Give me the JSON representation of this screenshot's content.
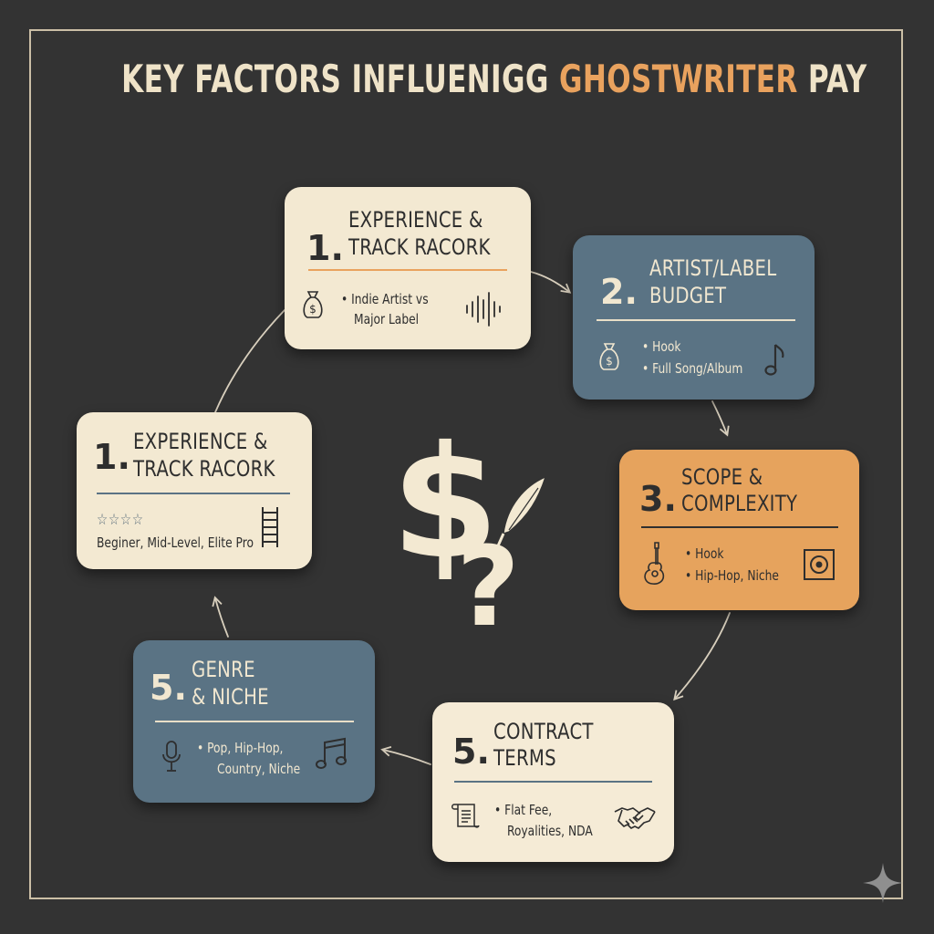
{
  "title": {
    "part1": "KEY FACTORS INFLUENIGG ",
    "part2": "GHOSTWRITER",
    "part3": " PAY"
  },
  "colors": {
    "background": "#333333",
    "accent": "#e9a25e",
    "cream": "#f3e9d2",
    "blue": "#5a7384",
    "orange": "#e6a35d"
  },
  "cards": [
    {
      "id": "experience-top",
      "number": "1.",
      "heading": [
        "EXPERIENCE &",
        "TRACK RACORK"
      ],
      "items": [
        "• Indie Artist vs",
        "Major Label"
      ],
      "icons": [
        "money-bag-icon",
        "sound-wave-icon"
      ]
    },
    {
      "id": "artist-label-budget",
      "number": "2.",
      "heading": [
        "ARTIST/LABEL",
        "BUDGET"
      ],
      "items": [
        "• Hook",
        "• Full Song/Album"
      ],
      "icons": [
        "money-bag-icon",
        "music-note-icon"
      ]
    },
    {
      "id": "scope-complexity",
      "number": "3.",
      "heading": [
        "SCOPE &",
        "COMPLEXITY"
      ],
      "items": [
        "• Hook",
        "• Hip-Hop, Niche"
      ],
      "icons": [
        "guitar-icon",
        "speaker-icon"
      ]
    },
    {
      "id": "contract-terms",
      "number": "5.",
      "heading": [
        "CONTRACT",
        "TERMS"
      ],
      "items": [
        "• Flat Fee,",
        "Royalities, NDA"
      ],
      "icons": [
        "scroll-icon",
        "handshake-icon"
      ]
    },
    {
      "id": "genre-niche",
      "number": "5.",
      "heading": [
        "GENRE",
        "& NICHE"
      ],
      "items": [
        "• Pop, Hip-Hop,",
        "Country, Niche"
      ],
      "icons": [
        "microphone-icon",
        "music-notes-icon"
      ]
    },
    {
      "id": "experience-left",
      "number": "1.",
      "heading": [
        "EXPERIENCE &",
        "TRACK RACORK"
      ],
      "items": [
        "☆☆☆☆",
        "Beginer, Mid-Level, Elite Pro"
      ],
      "icons": [
        "ladder-icon"
      ]
    }
  ],
  "center": {
    "icons": [
      "dollar-sign-icon",
      "quill-icon",
      "question-mark-icon"
    ]
  }
}
